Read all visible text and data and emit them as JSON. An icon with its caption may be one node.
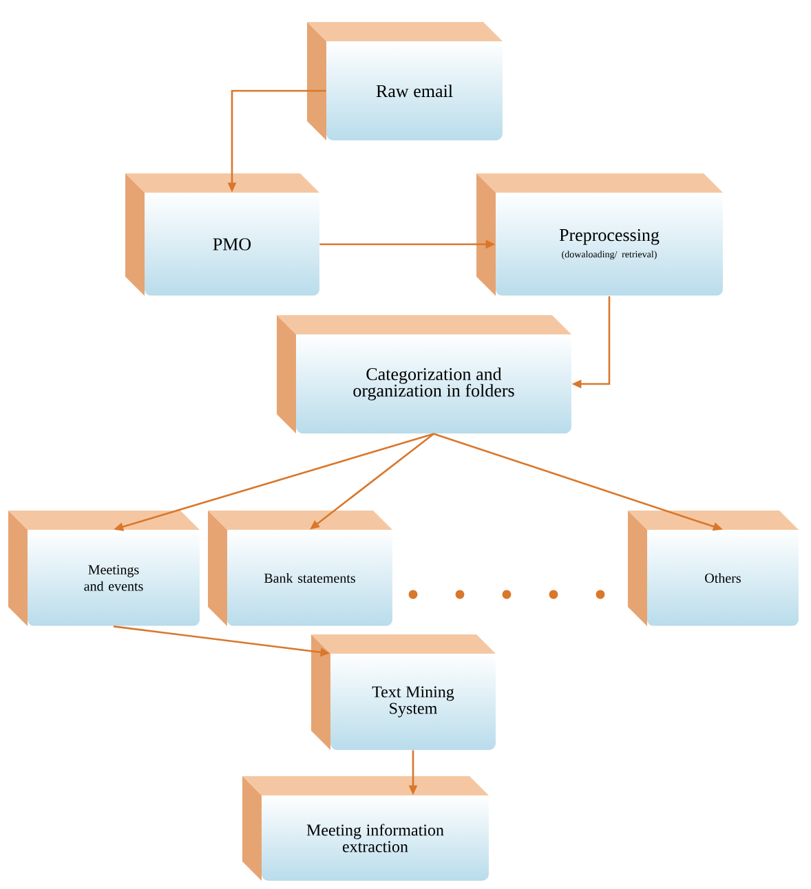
{
  "diagram": {
    "nodes": [
      {
        "text": [
          "Raw email"
        ]
      },
      {
        "text": [
          "PMO"
        ]
      },
      {
        "text": [
          "Preprocessing",
          "(dowaloading/ retrieval)"
        ]
      },
      {
        "text": [
          "Categorization and organization in folders"
        ]
      },
      {
        "text": [
          "Meetings and events"
        ]
      },
      {
        "text": [
          "Bank statements"
        ]
      },
      {
        "text": [
          "Others"
        ]
      },
      {
        "text": [
          "Text Mining System"
        ]
      },
      {
        "text": [
          "Meeting information extraction"
        ]
      }
    ],
    "edges": [
      {
        "from": 0,
        "to": 1,
        "arrow": "to"
      },
      {
        "from": 1,
        "to": 2,
        "arrow": "to"
      },
      {
        "from": 2,
        "to": 3,
        "arrow": "to"
      },
      {
        "from": 3,
        "to": 4,
        "arrow": "to"
      },
      {
        "from": 3,
        "to": 5,
        "arrow": "to"
      },
      {
        "from": 3,
        "to": 6,
        "arrow": "to"
      },
      {
        "from": 4,
        "to": 7,
        "arrow": "to"
      },
      {
        "from": 7,
        "to": 8,
        "arrow": "to"
      }
    ]
  }
}
